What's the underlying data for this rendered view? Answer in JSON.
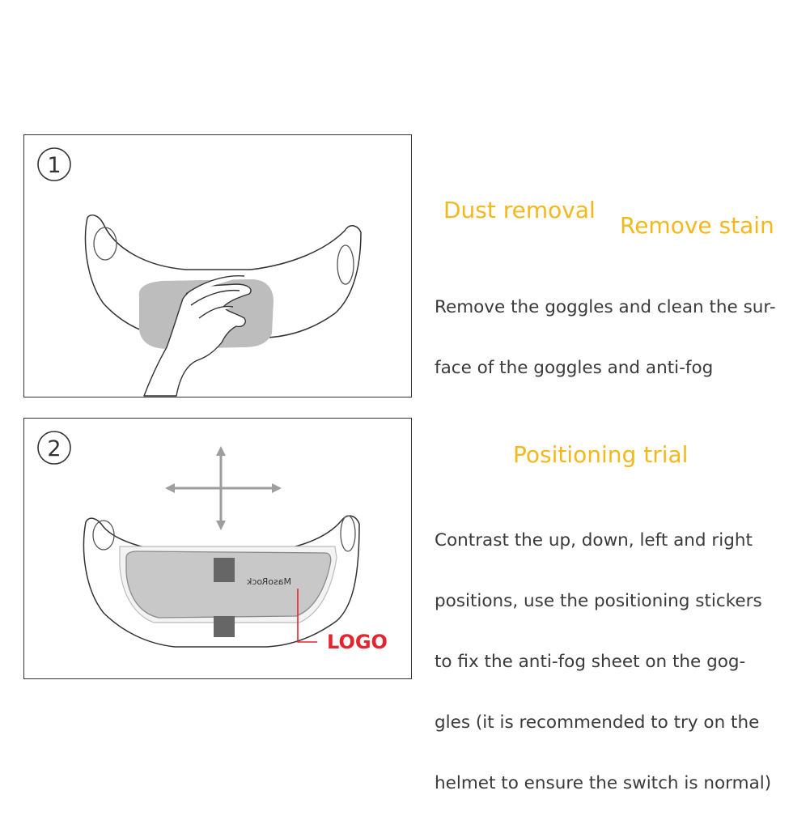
{
  "step1": {
    "number": "1",
    "heading_a": "Dust removal",
    "heading_b": "Remove stain",
    "lines": [
      "Remove the goggles and clean the sur-",
      "face of the goggles and anti-fog"
    ]
  },
  "step2": {
    "number": "2",
    "heading": "Positioning trial",
    "lines": [
      "Contrast the up, down, left and right",
      "positions, use the positioning stickers",
      "to fix the anti-fog sheet on the gog-",
      "gles (it is recommended to try on the",
      "helmet to ensure the switch is normal)"
    ],
    "logo_label": "LOGO",
    "sheet_brand_mirrored": "MasoRock"
  },
  "colors": {
    "heading": "#f3b81c",
    "body_text": "#3a3a3a",
    "logo_label": "#e3262e",
    "frame": "#333333",
    "arrow": "#9e9e9e",
    "sticker": "#666666"
  },
  "icons": [
    "circled-number-one-icon",
    "circled-number-two-icon",
    "hand-wiping-icon",
    "four-way-arrow-icon"
  ]
}
